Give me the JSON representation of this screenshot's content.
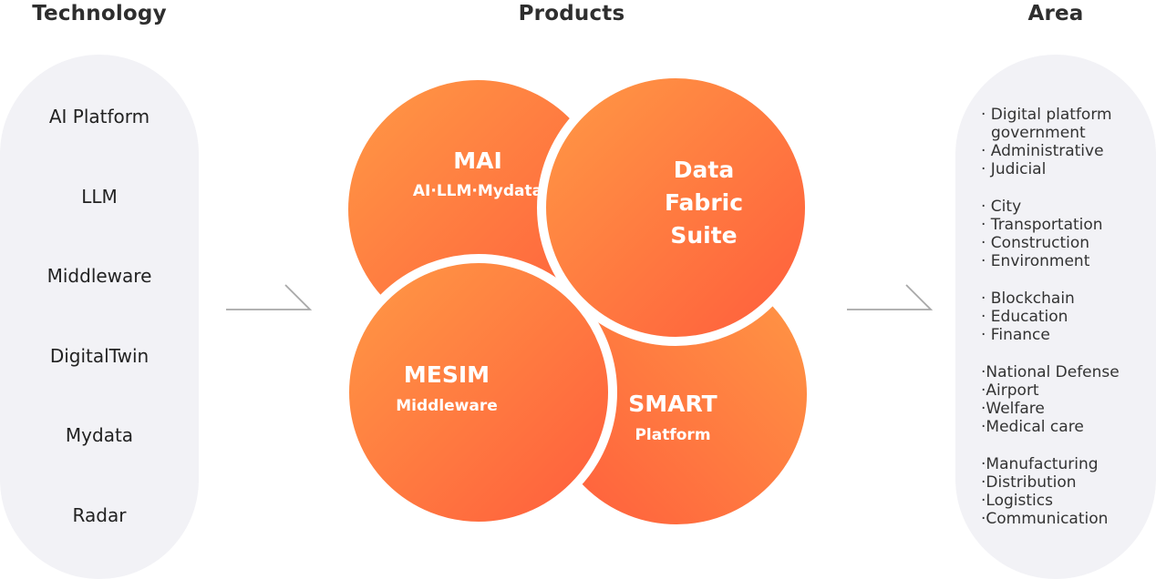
{
  "headers": {
    "technology": "Technology",
    "products": "Products",
    "area": "Area"
  },
  "technology": [
    "AI Platform",
    "LLM",
    "Middleware",
    "DigitalTwin",
    "Mydata",
    "Radar"
  ],
  "products": [
    {
      "title_lines": [
        "MAI"
      ],
      "subtitle": "AI·LLM·Mydata"
    },
    {
      "title_lines": [
        "Data",
        "Fabric",
        "Suite"
      ],
      "subtitle": ""
    },
    {
      "title_lines": [
        "MESIM"
      ],
      "subtitle": "Middleware"
    },
    {
      "title_lines": [
        "SMART"
      ],
      "subtitle": "Platform"
    }
  ],
  "area_groups": [
    [
      "· Digital platform",
      "  government",
      "· Administrative",
      "· Judicial"
    ],
    [
      "· City",
      "· Transportation",
      "· Construction",
      "· Environment"
    ],
    [
      "· Blockchain",
      "· Education",
      "· Finance"
    ],
    [
      "·National Defense",
      "·Airport",
      "·Welfare",
      "·Medical care"
    ],
    [
      "·Manufacturing",
      "·Distribution",
      "·Logistics",
      "·Communication"
    ]
  ],
  "colors": {
    "circle_light": "#ff9a45",
    "circle_dark": "#ff5c3c",
    "pill_bg": "#f2f2f6",
    "arrow": "#a8a8a8"
  },
  "icons": {
    "flow_arrow": "arrow-right-icon"
  }
}
